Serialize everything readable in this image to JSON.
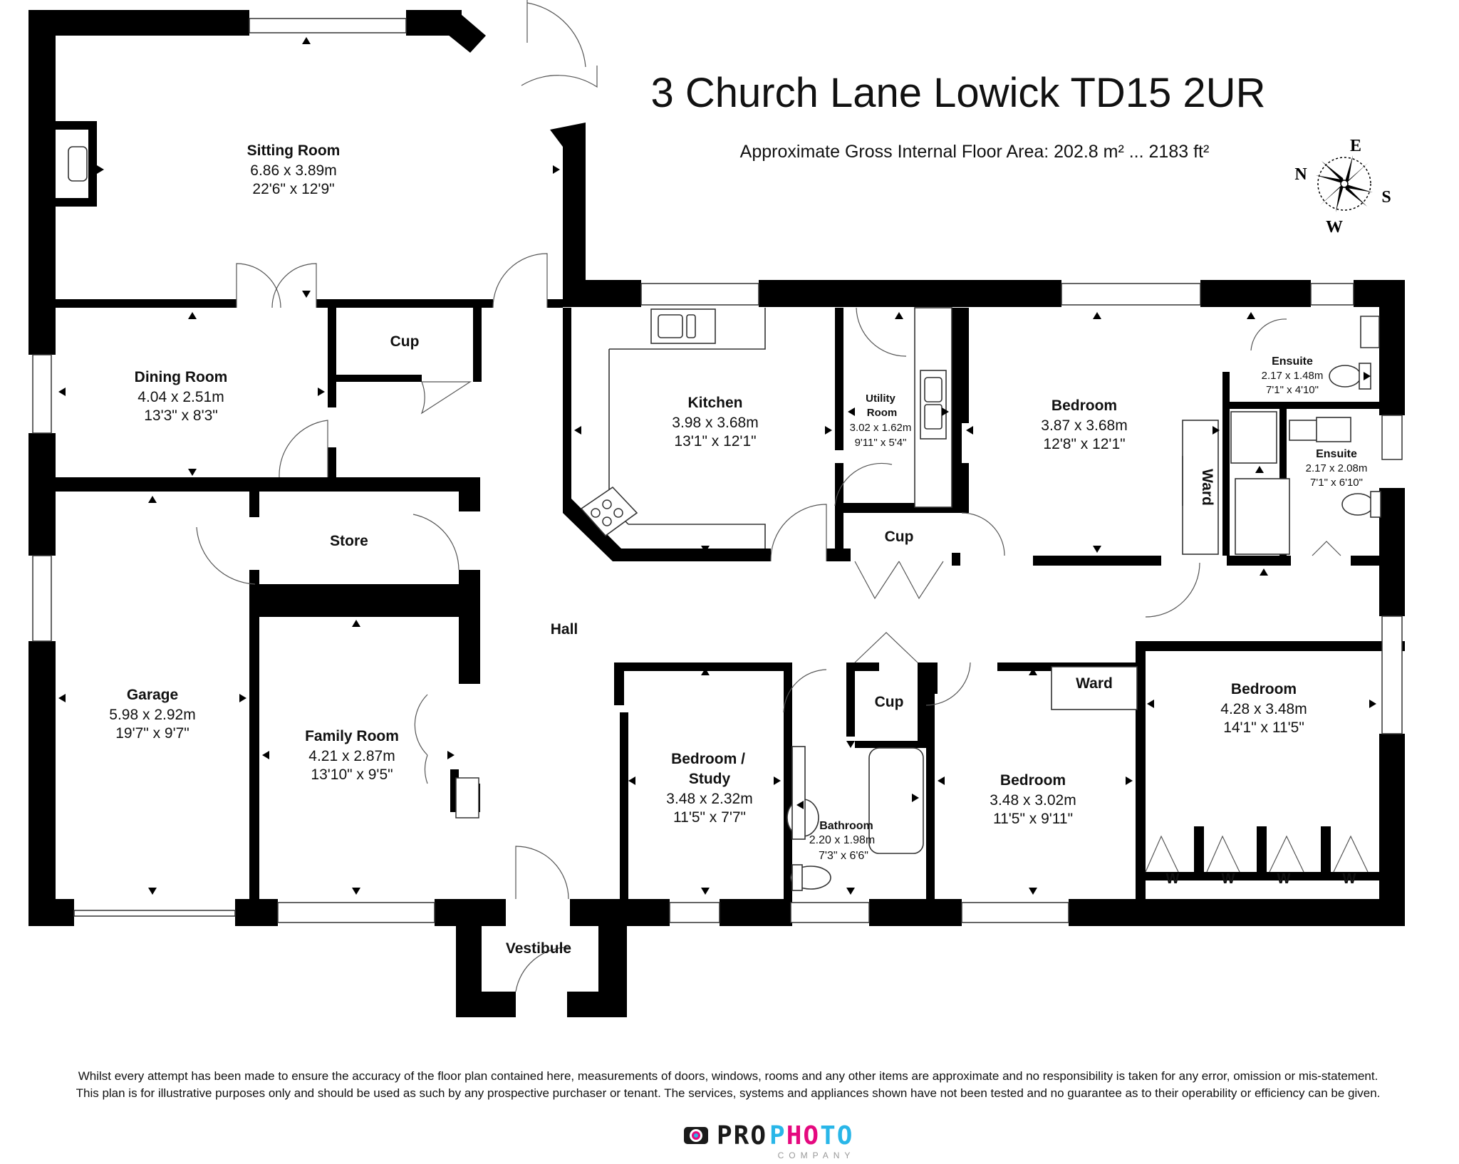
{
  "header": {
    "title": "3 Church Lane Lowick TD15 2UR",
    "area": "Approximate Gross Internal Floor Area: 202.8 m² ... 2183 ft²"
  },
  "compass": {
    "n": "N",
    "e": "E",
    "s": "S",
    "w": "W"
  },
  "rooms": {
    "sitting": {
      "name": "Sitting Room",
      "metric": "6.86 x 3.89m",
      "imperial": "22'6\" x 12'9\""
    },
    "dining": {
      "name": "Dining Room",
      "metric": "4.04 x 2.51m",
      "imperial": "13'3\" x 8'3\""
    },
    "cup1": {
      "name": "Cup"
    },
    "kitchen": {
      "name": "Kitchen",
      "metric": "3.98 x 3.68m",
      "imperial": "13'1\" x 12'1\""
    },
    "utility": {
      "name1": "Utility",
      "name2": "Room",
      "metric": "3.02 x 1.62m",
      "imperial": "9'11\" x 5'4\""
    },
    "bedroom1": {
      "name": "Bedroom",
      "metric": "3.87 x 3.68m",
      "imperial": "12'8\" x 12'1\""
    },
    "ensuite1": {
      "name": "Ensuite",
      "metric": "2.17 x 1.48m",
      "imperial": "7'1\" x 4'10\""
    },
    "ensuite2": {
      "name": "Ensuite",
      "metric": "2.17 x 2.08m",
      "imperial": "7'1\" x 6'10\""
    },
    "ward1": {
      "name": "Ward"
    },
    "store": {
      "name": "Store"
    },
    "cup2": {
      "name": "Cup"
    },
    "hall": {
      "name": "Hall"
    },
    "garage": {
      "name": "Garage",
      "metric": "5.98 x 2.92m",
      "imperial": "19'7\" x 9'7\""
    },
    "family": {
      "name": "Family Room",
      "metric": "4.21 x 2.87m",
      "imperial": "13'10\" x 9'5\""
    },
    "study": {
      "name1": "Bedroom /",
      "name2": "Study",
      "metric": "3.48 x 2.32m",
      "imperial": "11'5\" x 7'7\""
    },
    "cup3": {
      "name": "Cup"
    },
    "bathroom": {
      "name": "Bathroom",
      "metric": "2.20 x 1.98m",
      "imperial": "7'3\" x 6'6\""
    },
    "bedroom2": {
      "name": "Bedroom",
      "metric": "3.48 x 3.02m",
      "imperial": "11'5\" x 9'11\""
    },
    "ward2": {
      "name": "Ward"
    },
    "bedroom3": {
      "name": "Bedroom",
      "metric": "4.28 x 3.48m",
      "imperial": "14'1\" x 11'5\""
    },
    "w1": "W",
    "w2": "W",
    "w3": "W",
    "w4": "W",
    "vestibule": {
      "name": "Vestibule"
    }
  },
  "disclaimer": {
    "line1": "Whilst every attempt has been made to ensure the accuracy of the floor plan contained here, measurements of doors, windows, rooms and any other items are approximate and no responsibility is taken for any error, omission or mis-statement.",
    "line2": "This plan is for illustrative purposes only and should be used as such by any prospective purchaser or tenant. The services, systems and appliances shown have not been tested and no guarantee as to their operability or efficiency can be given."
  },
  "logo": {
    "pro": "PRO",
    "photo": "PHOTO",
    "company": "COMPANY"
  },
  "colors": {
    "wall": "#000000",
    "logo_cyan": "#29b6e8",
    "logo_magenta": "#e5097f",
    "logo_dark": "#1a1a1a"
  }
}
